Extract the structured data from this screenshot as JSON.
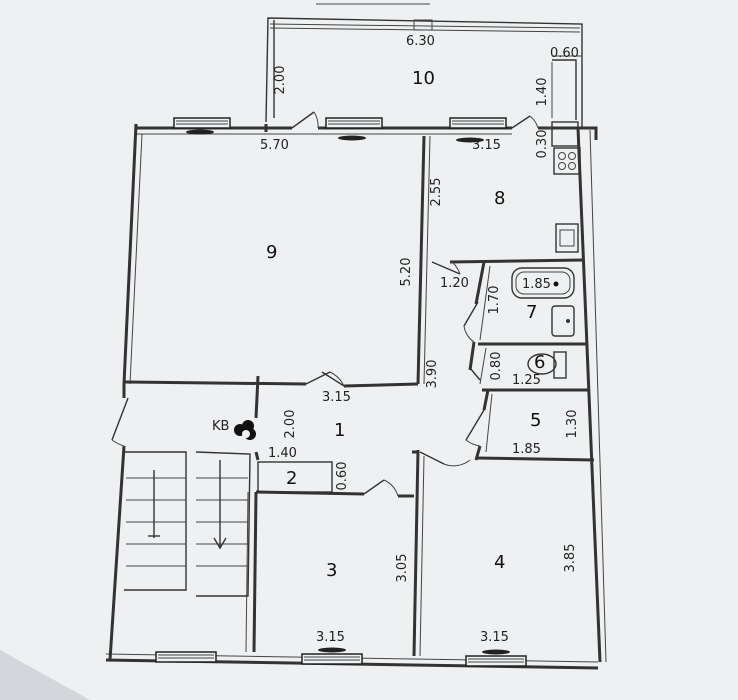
{
  "rooms": {
    "r1": "1",
    "r2": "2",
    "r3": "3",
    "r4": "4",
    "r5": "5",
    "r6": "6",
    "r7": "7",
    "r8": "8",
    "r9": "9",
    "r10": "10"
  },
  "dimensions": {
    "balcony_width": "6.30",
    "balcony_depth": "2.00",
    "balcony_small_width": "0.60",
    "balcony_small_depth": "1.40",
    "small_gap": "0.30",
    "room9_width": "5.70",
    "room9_length": "5.20",
    "room9_bottom_width": "3.15",
    "room8_width": "3.15",
    "room8_length": "2.55",
    "hall_depth": "1.20",
    "room7_length": "1.70",
    "bathtub_length": "1.85",
    "corridor_length": "3.90",
    "room6_depth": "0.80",
    "room6_width": "1.25",
    "room5_depth": "1.30",
    "room5_width": "1.85",
    "room1_depth": "2.00",
    "room2_width": "1.40",
    "room2_depth": "0.60",
    "room3_length": "3.05",
    "room3_width": "3.15",
    "room4_length": "3.85",
    "room4_width": "3.15"
  },
  "labels": {
    "kv": "KB"
  },
  "colors": {
    "background": "#d3d7dc",
    "paper": "#eef0f2",
    "lines": "#333333"
  }
}
